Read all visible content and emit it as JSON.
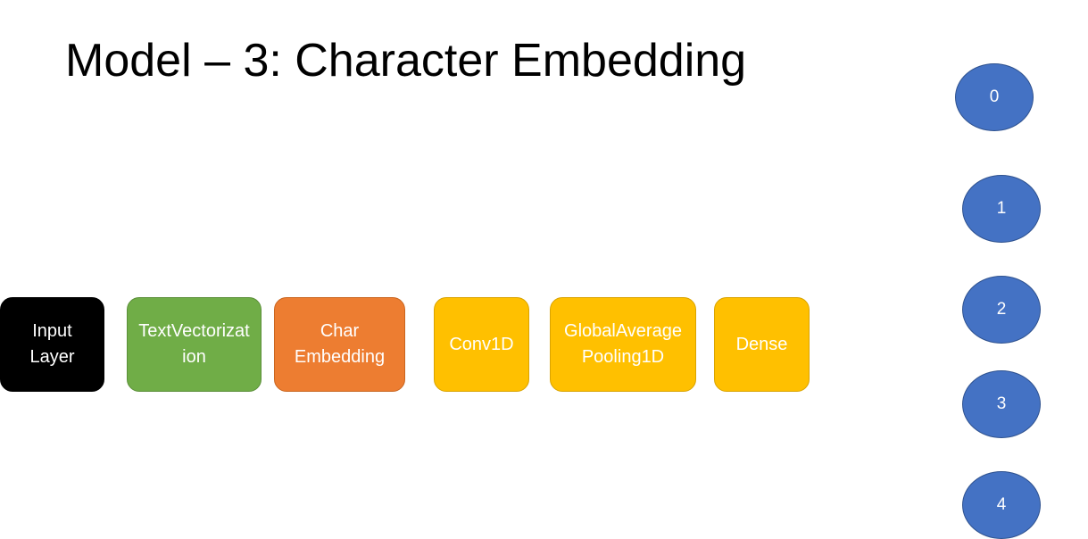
{
  "title": "Model – 3: Character Embedding",
  "layers": {
    "input": "Input Layer",
    "text_vectorization": "TextVectorization",
    "char_embedding": "Char Embedding",
    "conv1d": "Conv1D",
    "global_average_pooling": "GlobalAveragePooling1D",
    "dense": "Dense"
  },
  "output_nodes": [
    "0",
    "1",
    "2",
    "3",
    "4"
  ],
  "colors": {
    "input": "#000000",
    "text_vectorization": "#70ad47",
    "char_embedding": "#ed7d31",
    "conv_dense": "#ffc000",
    "output_node": "#4472c4"
  }
}
